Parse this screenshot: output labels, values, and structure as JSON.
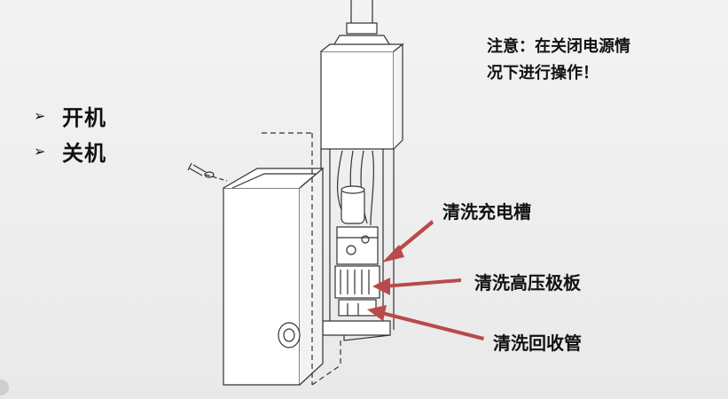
{
  "bullets": [
    {
      "mark": "➢",
      "text": "开机"
    },
    {
      "mark": "➢",
      "text": "关机"
    }
  ],
  "note": {
    "line1": "注意：在关闭电源情",
    "line2": "况下进行操作！"
  },
  "labels": {
    "charge_slot": "清洗充电槽",
    "hv_plate": "清洗高压极板",
    "return_tube": "清洗回收管"
  },
  "colors": {
    "arrow": "#b94a4a",
    "line": "#333333"
  }
}
